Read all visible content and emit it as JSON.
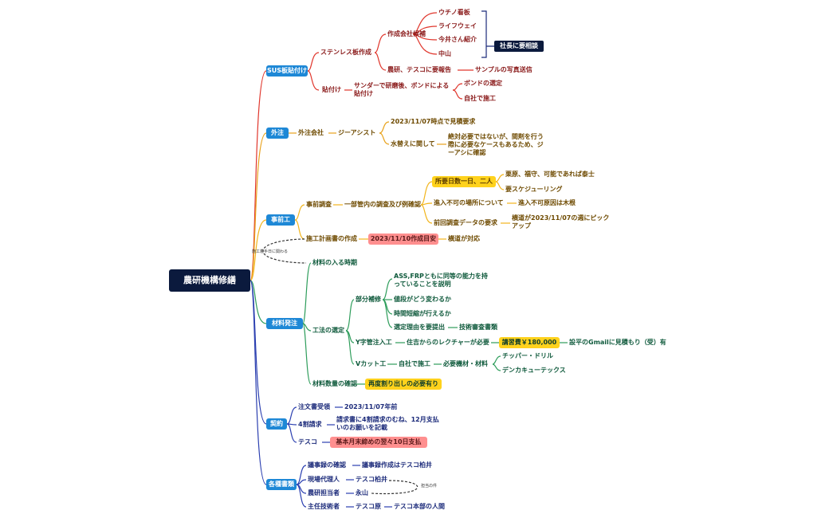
{
  "root": "農研機構修繕",
  "branches": {
    "sus": {
      "label": "SUS板貼付け",
      "steel": "ステンレス板作成",
      "candidates": "作成会社候補",
      "c1": "ウチノ看板",
      "c2": "ライフウェイ",
      "c3": "今井さん紹介",
      "c4": "中山",
      "consult": "社長に要相談",
      "report": "農研、テスコに要報告",
      "photo": "サンプルの写真送信",
      "attach": "貼付け",
      "sander": "サンダーで研磨後、ボンドによる貼付け",
      "bond": "ボンドの選定",
      "self": "自社で施工"
    },
    "gaichu": {
      "label": "外注",
      "company": "外注会社",
      "gia": "ジーアシスト",
      "quote": "2023/11/07時点で見積要求",
      "water": "水替えに関して",
      "water_note": "絶対必要ではないが、間剤を行う際に必要なケースもあるため、ジーアシに確認"
    },
    "jizen": {
      "label": "事前工",
      "survey": "事前調査",
      "partial": "一部管内の調査及び例確認",
      "days": "所要日数一日、二人",
      "people": "栗原、福守、可能であれば泰士",
      "schedule": "要スケジューリング",
      "noentry": "進入不可の場所について",
      "noentry_reason": "進入不可原因は木根",
      "prev": "前回調査データの要求",
      "prev_note": "横道が2023/11/07の週にピックアップ",
      "plan": "施工計画書の作成",
      "plan_date": "2023/11/10作成目安",
      "yokomichi": "横道が対応",
      "note_start": "施工着手日に関わる"
    },
    "zairyo": {
      "label": "材料発注",
      "arrival": "材料の入る時期",
      "method": "工法の選定",
      "partial": "部分補修",
      "ass": "ASS,FRPともに同等の能力を持っていることを説明",
      "price": "値段がどう変わるか",
      "time": "時間短縮が行えるか",
      "reason": "選定理由を要提出",
      "doc": "技術審査書類",
      "y_label": "Y字管注入工",
      "y_lecture": "住吉からのレクチャーが必要",
      "y_cost": "講習費￥180,000",
      "y_quote": "設平のGmailに見積もり（受）有",
      "v_label": "Vカット工",
      "v_self": "自社で施工",
      "v_need": "必要機材・材料",
      "v_1": "チッパー・ドリル",
      "v_2": "デンカキューテックス",
      "qty": "材料数量の確認",
      "qty_note": "再度割り出しの必要有り"
    },
    "keiyaku": {
      "label": "契約",
      "order": "注文書受領",
      "order_date": "2023/11/07年前",
      "split": "4割請求",
      "split_note": "請求書に4割請求のむね、12月支払いのお願いを記載",
      "tesco": "テスコ",
      "tesco_note": "基本月末締めの翌々10日支払"
    },
    "shorui": {
      "label": "各種書類",
      "minutes": "議事録の確認",
      "minutes_note": "議事録作成はテスコ柏井",
      "agent": "現場代理人",
      "agent_name": "テスコ柏井",
      "nouken": "農研担当者",
      "nouken_name": "永山",
      "chief": "主任技術者",
      "chief_name": "テスコ原",
      "chief_note": "テスコ本部の人間",
      "link_note": "担当の件"
    }
  },
  "colors": {
    "red": "#e0362c",
    "orange": "#f2b51d",
    "green": "#2e9d5b",
    "navy": "#2b3fb0",
    "node_blue": "#1e88d6"
  }
}
